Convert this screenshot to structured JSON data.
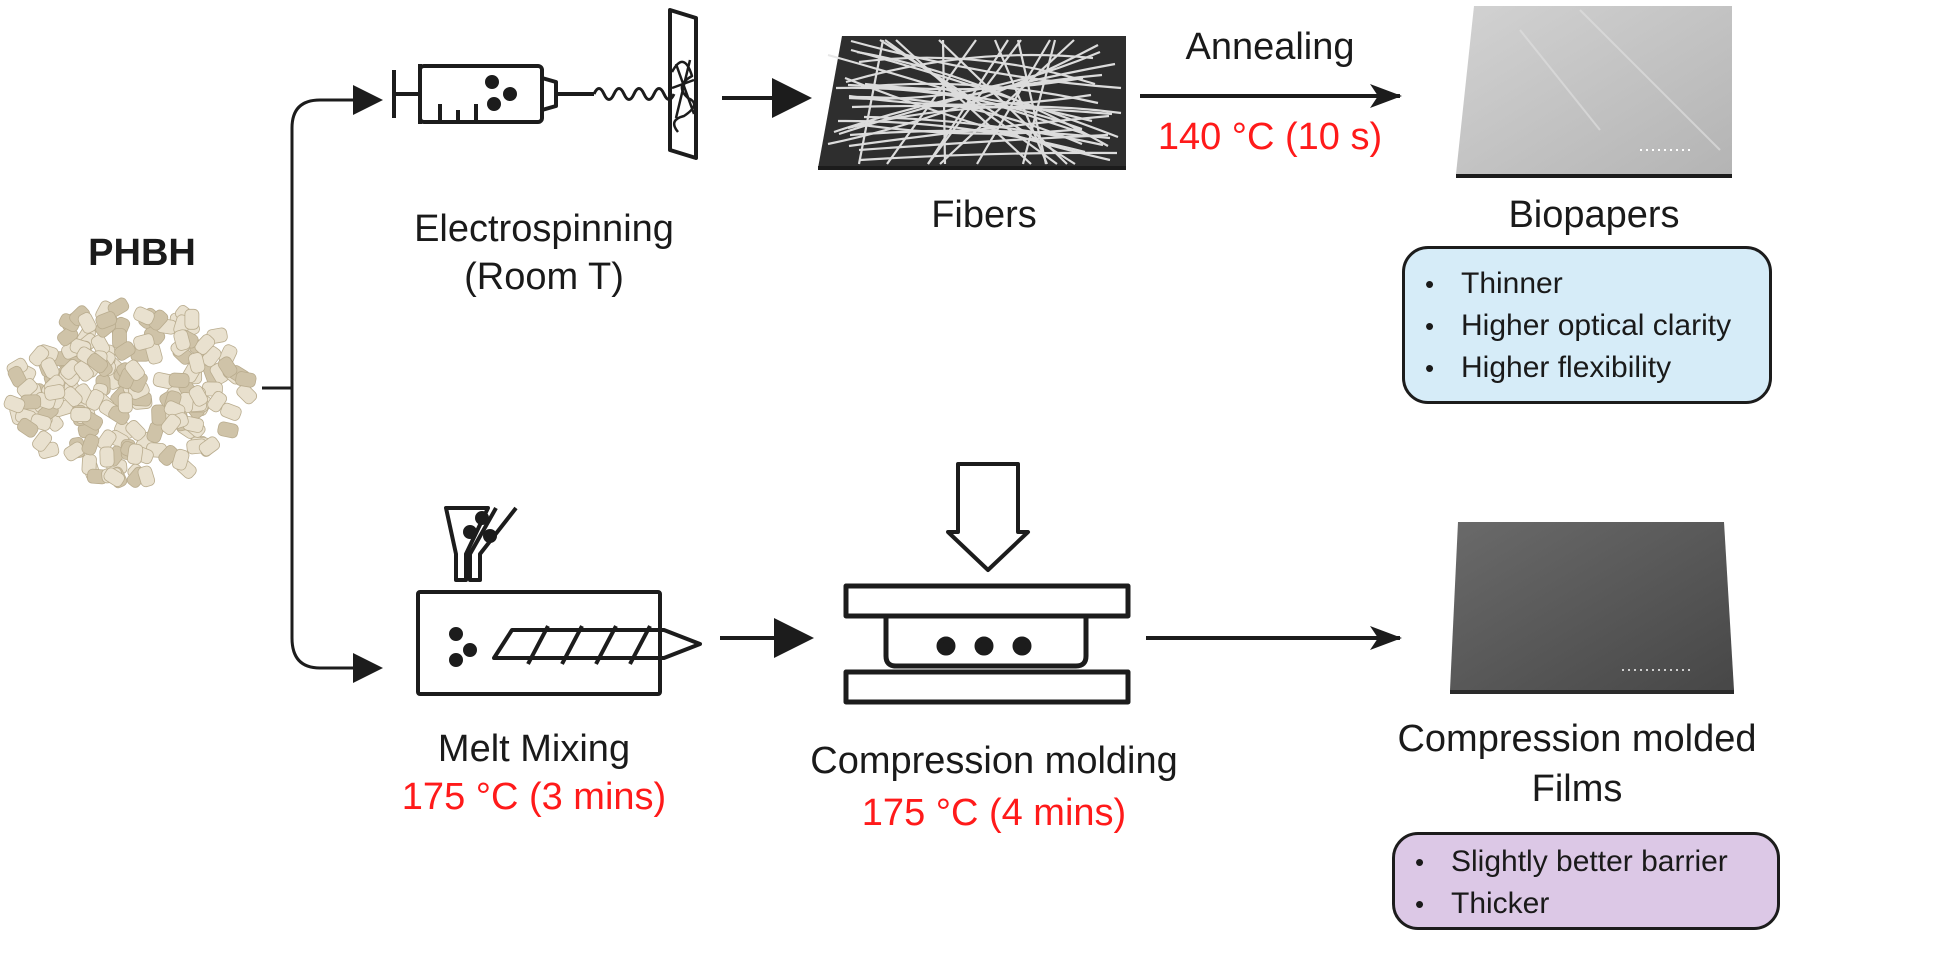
{
  "colors": {
    "stroke": "#1c1c1c",
    "condition_text": "#ff1a1a",
    "biopapers_box_fill": "#d6ecf8",
    "films_box_fill": "#dcc8e6",
    "pellet_fill": "#e9e1cf",
    "pellet_shade": "#cfc3a8",
    "fiber_bg": "#2e2e2e",
    "fiber_strand": "#e6e6e6",
    "sem_biopaper": "#c4c4c4",
    "sem_film": "#5a5a5a"
  },
  "source": {
    "label": "PHBH",
    "image_icon": "polymer-pellets-image"
  },
  "top_route": {
    "step1": {
      "icon": "electrospinning-syringe-collector-icon",
      "label_line1": "Electrospinning",
      "label_line2": "(Room T)"
    },
    "step2": {
      "icon": "fiber-mat-sem-image",
      "label": "Fibers"
    },
    "transition": {
      "label": "Annealing",
      "condition": "140 °C (10 s)"
    },
    "product": {
      "icon": "biopaper-sem-image",
      "label": "Biopapers",
      "properties": [
        "Thinner",
        "Higher optical clarity",
        "Higher flexibility"
      ]
    }
  },
  "bottom_route": {
    "step1": {
      "icon": "extruder-hopper-screw-icon",
      "label": "Melt Mixing",
      "condition": "175 °C (3 mins)"
    },
    "step2": {
      "icon": "compression-press-icon",
      "label": "Compression molding",
      "condition": "175 °C (4 mins)"
    },
    "product": {
      "icon": "film-sem-image",
      "label_line1": "Compression molded",
      "label_line2": "Films",
      "properties": [
        "Slightly better barrier",
        "Thicker"
      ]
    }
  }
}
